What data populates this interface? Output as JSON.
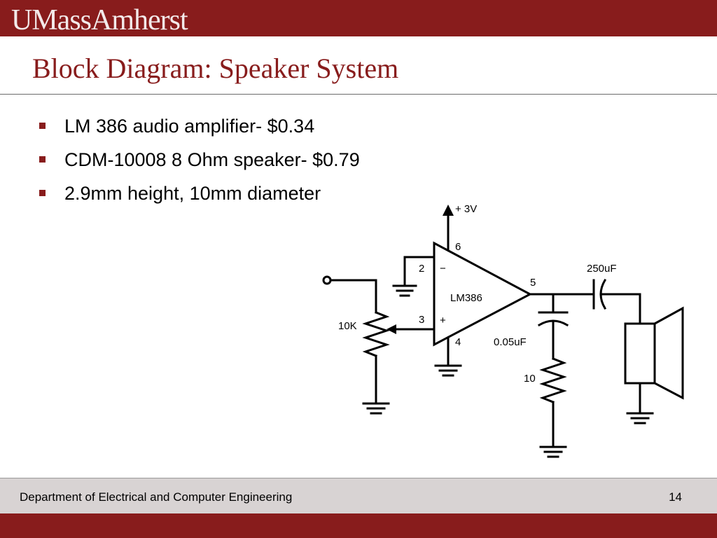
{
  "header": {
    "brand": "UMassAmherst"
  },
  "slide": {
    "title": "Block Diagram: Speaker System",
    "bullets": [
      "LM 386 audio amplifier- $0.34",
      "CDM-10008 8 Ohm speaker- $0.79",
      "2.9mm height, 10mm diameter"
    ]
  },
  "diagram": {
    "supply_label": "+ 3V",
    "amp_label": "LM386",
    "pins": {
      "p2": "2",
      "p3": "3",
      "p4": "4",
      "p5": "5",
      "p6": "6"
    },
    "minus_sign": "−",
    "plus_sign": "+",
    "pot_label": "10K",
    "cap_output_label": "250uF",
    "cap_shunt_label": "0.05uF",
    "resistor_label": "10"
  },
  "footer": {
    "department": "Department of Electrical and Computer Engineering",
    "page_number": "14"
  },
  "colors": {
    "brand": "#881c1c",
    "footer_band": "#d8d3d3"
  }
}
